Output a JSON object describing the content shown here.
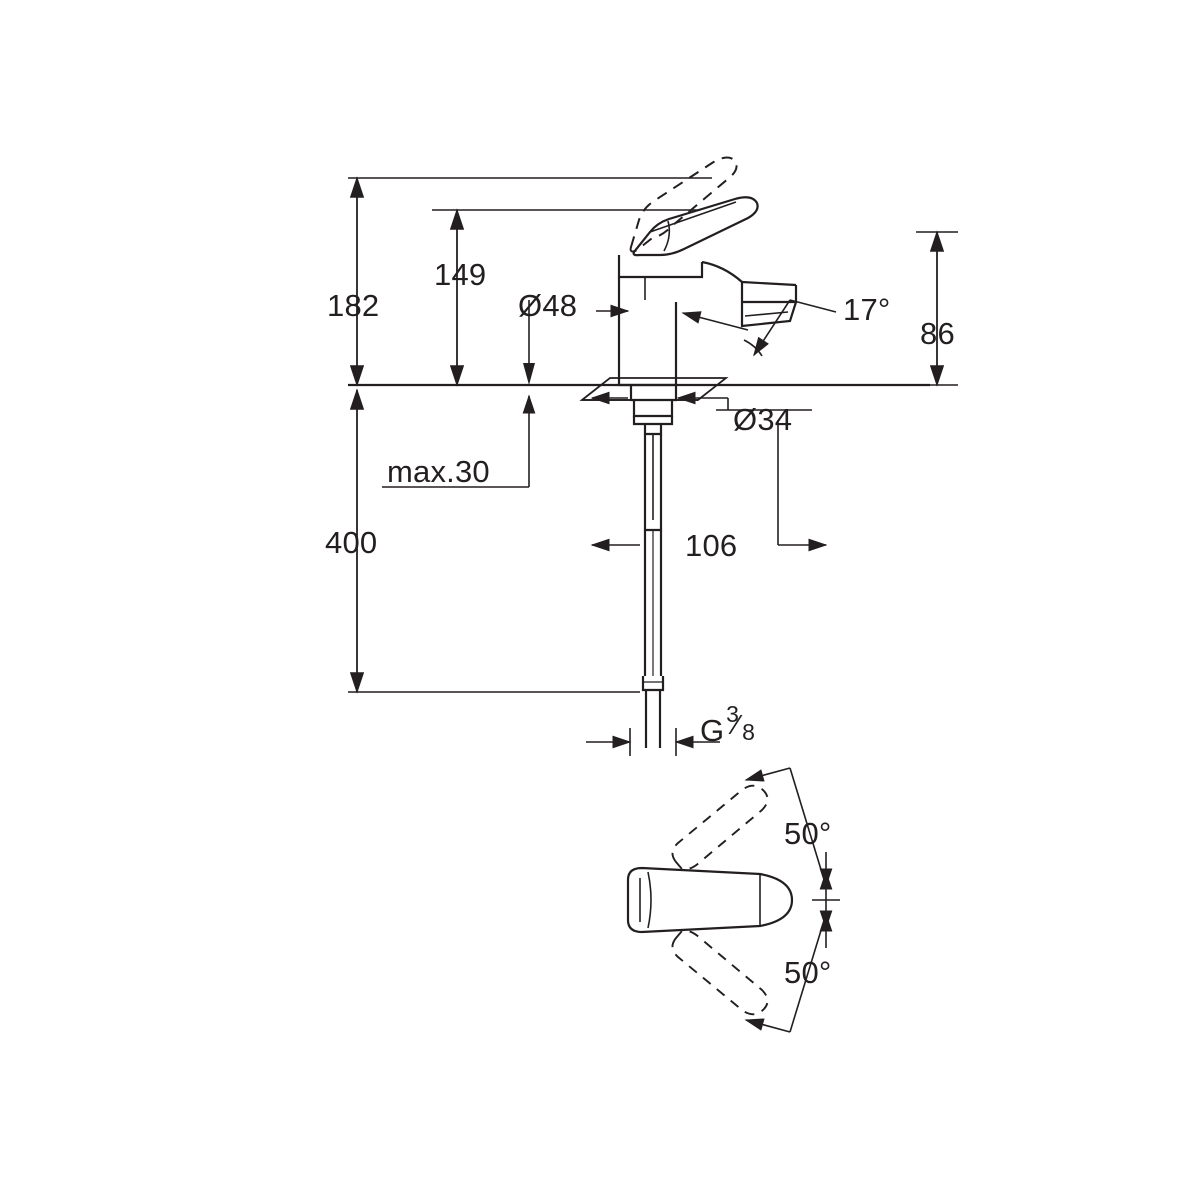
{
  "diagram": {
    "title": "Single-lever basin mixer technical drawing",
    "line_color": "#231f20",
    "background_color": "#ffffff",
    "views": [
      {
        "name": "front-elevation",
        "label": ""
      },
      {
        "name": "top-view",
        "label": ""
      }
    ],
    "dimensions": {
      "overall_height": "182",
      "spout_height": "149",
      "base_diameter": "Ø48",
      "spout_angle": "17°",
      "projection": "86",
      "mounting_hole": "Ø34",
      "max_thickness": "max.30",
      "hose_length": "400",
      "spout_reach": "106",
      "connection_thread_prefix": "G",
      "connection_thread_numerator": "3",
      "connection_thread_denominator": "8",
      "swivel_angle_upper": "50°",
      "swivel_angle_lower": "50°"
    }
  }
}
